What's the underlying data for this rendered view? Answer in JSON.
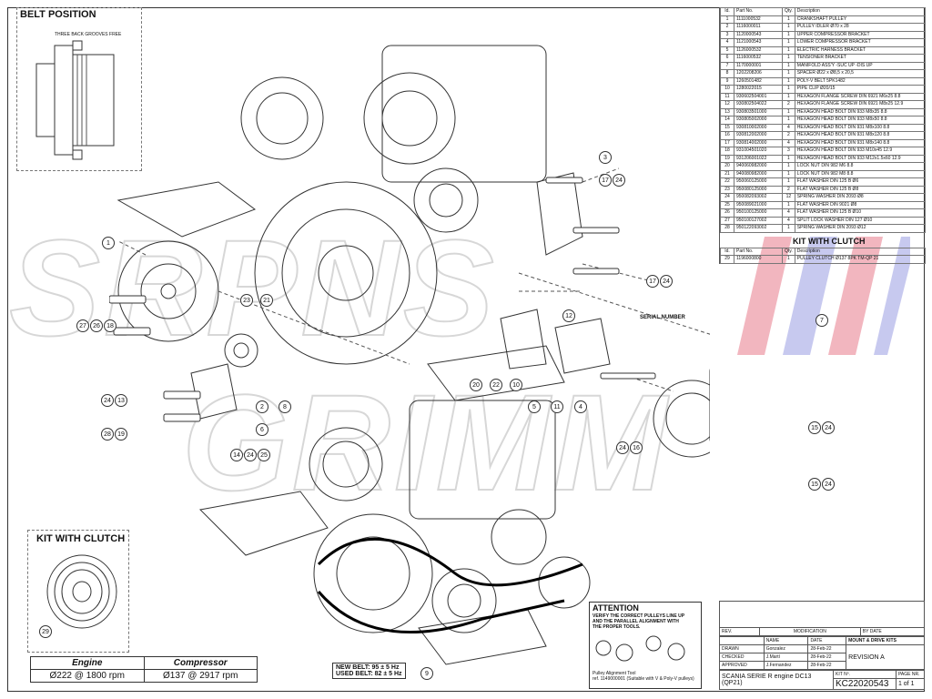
{
  "belt_position": {
    "title": "BELT POSITION",
    "note": "THREE BACK GROOVES FREE"
  },
  "kit_with_clutch_left": {
    "title": "KIT WITH CLUTCH",
    "callout": "29"
  },
  "bom": {
    "headers": [
      "Id.",
      "Part No.",
      "Qty.",
      "Description"
    ],
    "rows": [
      [
        "1",
        "1111000532",
        "1",
        "CRANKSHAFT PULLEY"
      ],
      [
        "2",
        "1116000011",
        "1",
        "PULLEY IDLER Ø70 x 28"
      ],
      [
        "3",
        "1120000543",
        "1",
        "UPPER COMPRESSOR BRACKET"
      ],
      [
        "4",
        "1121000543",
        "1",
        "LOWER COMPRESSOR BRACKET"
      ],
      [
        "5",
        "1126000532",
        "1",
        "ELECTRIC HARNESS BRACKET"
      ],
      [
        "6",
        "1116000532",
        "1",
        "TENSIONER BRACKET"
      ],
      [
        "7",
        "1170000001",
        "1",
        "MANIFOLD ASS'Y -SUC UP -DIS UP"
      ],
      [
        "8",
        "1202208206",
        "1",
        "SPACER Ø22 x Ø8,5 x 20,5"
      ],
      [
        "9",
        "1260501482",
        "1",
        "POLY-V BELT 5PK1482"
      ],
      [
        "10",
        "1280022015",
        "1",
        "PIPE CLIP Ø20/15"
      ],
      [
        "11",
        "930602504001",
        "1",
        "HEXAGON FLANGE SCREW DIN 6921 M6x25 8.8"
      ],
      [
        "12",
        "930802504022",
        "2",
        "HEXAGON FLANGE SCREW DIN 6921 M8x25 12.9"
      ],
      [
        "13",
        "930803501000",
        "1",
        "HEXAGON HEAD BOLT DIN 933 M8x35 8.8"
      ],
      [
        "14",
        "930805002000",
        "1",
        "HEXAGON HEAD BOLT DIN 933 M8x50 8.8"
      ],
      [
        "15",
        "930810002000",
        "4",
        "HEXAGON HEAD BOLT DIN 931 M8x100 8.8"
      ],
      [
        "16",
        "930812002000",
        "2",
        "HEXAGON HEAD BOLT DIN 931 M8x120 8.8"
      ],
      [
        "17",
        "930814002000",
        "4",
        "HEXAGON HEAD BOLT DIN 931 M8x140 8.8"
      ],
      [
        "18",
        "931004501020",
        "3",
        "HEXAGON HEAD BOLT DIN 933 M10x45 12.9"
      ],
      [
        "19",
        "931206001022",
        "1",
        "HEXAGON HEAD BOLT DIN 933 M12x1.5x60 12.9"
      ],
      [
        "20",
        "940060982000",
        "1",
        "LOCK NUT DIN 982 M6 8.8"
      ],
      [
        "21",
        "940080982000",
        "1",
        "LOCK NUT DIN 982 M8 8.8"
      ],
      [
        "22",
        "950060125000",
        "1",
        "FLAT WASHER DIN 125 B Ø6"
      ],
      [
        "23",
        "950080125000",
        "2",
        "FLAT WASHER DIN 125 B Ø8"
      ],
      [
        "24",
        "950082093002",
        "12",
        "SPRING WASHER DIN 2093 Ø8"
      ],
      [
        "25",
        "950089021000",
        "1",
        "FLAT WASHER DIN 9021 Ø8"
      ],
      [
        "26",
        "950100125000",
        "4",
        "FLAT WASHER DIN 125 B Ø10"
      ],
      [
        "27",
        "950100127002",
        "4",
        "SPLIT LOCK WASHER DIN 127 Ø10"
      ],
      [
        "28",
        "950122093002",
        "1",
        "SPRING WASHER DIN 2093 Ø12"
      ]
    ],
    "kit_title": "KIT WITH CLUTCH",
    "kit_rows": [
      [
        "29",
        "1196000800",
        "1",
        "PULLEY CLUTCH Ø137 8PK TM-QP 21"
      ]
    ]
  },
  "callouts": {
    "c1": "1",
    "c2": "2",
    "c3": "3",
    "c4": "4",
    "c5": "5",
    "c6": "6",
    "c7": "7",
    "c8": "8",
    "c9": "9",
    "c10": "10",
    "c11": "11",
    "c12": "12",
    "c13": "13",
    "c14": "14",
    "c15a": "15",
    "c15b": "15",
    "c16": "16",
    "c17a": "17",
    "c17b": "17",
    "c18": "18",
    "c19": "19",
    "c20": "20",
    "c21": "21",
    "c22": "22",
    "c23": "23",
    "c24a": "24",
    "c24b": "24",
    "c24c": "24",
    "c24d": "24",
    "c24e": "24",
    "c24f": "24",
    "c24g": "24",
    "c25": "25",
    "c26": "26",
    "c27": "27",
    "c28": "28"
  },
  "serial_label": "SERIAL NUMBER",
  "spec": {
    "h1": "Engine",
    "h2": "Compressor",
    "v1": "Ø222 @ 1800 rpm",
    "v2": "Ø137 @ 2917 rpm"
  },
  "belt_freq": {
    "new": "NEW BELT: 95 ± 5 Hz",
    "used": "USED BELT: 82 ± 5 Hz"
  },
  "attention": {
    "title": "ATTENTION",
    "l1": "VERIFY THE CORRECT PULLEYS LINE UP",
    "l2": "AND THE PARALLEL ALIGNMENT WITH",
    "l3": "THE PROPER TOOLS.",
    "tool": "Pulley Alignment Tool",
    "ref": "ref. 1149000001 (Suitable with V & Poly-V pulleys)"
  },
  "title_block": {
    "rev": "REV.",
    "modification": "MODIFICATION",
    "by": "BY",
    "date": "DATE",
    "name": "NAME",
    "date2": "DATE",
    "kit_name": "MOUNT & DRIVE KITS",
    "drawn": "DRAWN",
    "drawn_n": "Gonzalez",
    "drawn_d": "28-Feb-22",
    "checked": "CHECKED",
    "checked_n": "J.Martí",
    "checked_d": "28-Feb-22",
    "approved": "APPROVED",
    "approved_n": "J.Fernandez",
    "approved_d": "28-Feb-22",
    "revision": "REVISION  A",
    "desc": "SCANIA SERIE R engine DC13 (QP21)",
    "kitno_label": "KIT Nº.",
    "kitno": "KC22020543",
    "page_label": "PAGE NR.",
    "page": "1 of 1"
  }
}
